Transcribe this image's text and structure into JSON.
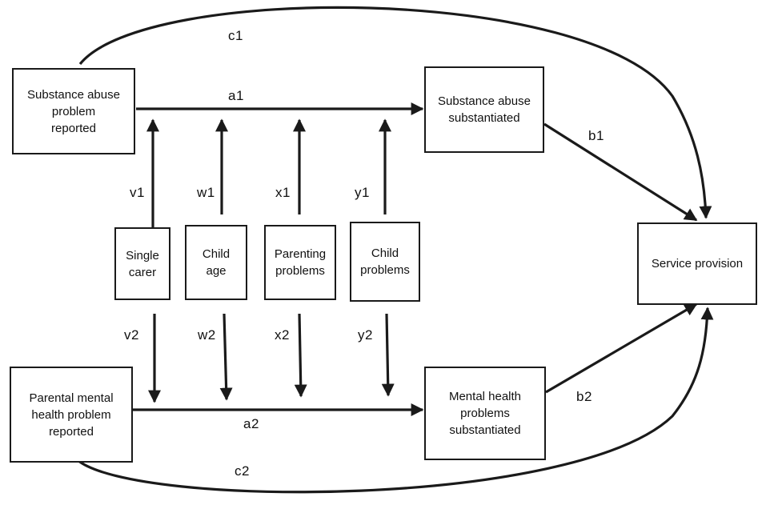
{
  "boxes": {
    "sa_reported": "Substance abuse\nproblem\nreported",
    "sa_substantiated": "Substance abuse\nsubstantiated",
    "mh_reported": "Parental mental\nhealth problem\nreported",
    "mh_substantiated": "Mental health\nproblems\nsubstantiated",
    "service": "Service provision",
    "single_carer": "Single\ncarer",
    "child_age": "Child\nage",
    "parenting_problems": "Parenting\nproblems",
    "child_problems": "Child\nproblems"
  },
  "paths": {
    "a1": "a1",
    "a2": "a2",
    "b1": "b1",
    "b2": "b2",
    "c1": "c1",
    "c2": "c2",
    "v1": "v1",
    "v2": "v2",
    "w1": "w1",
    "w2": "w2",
    "x1": "x1",
    "x2": "x2",
    "y1": "y1",
    "y2": "y2"
  },
  "colors": {
    "stroke": "#1a1a1a",
    "background": "#ffffff"
  }
}
